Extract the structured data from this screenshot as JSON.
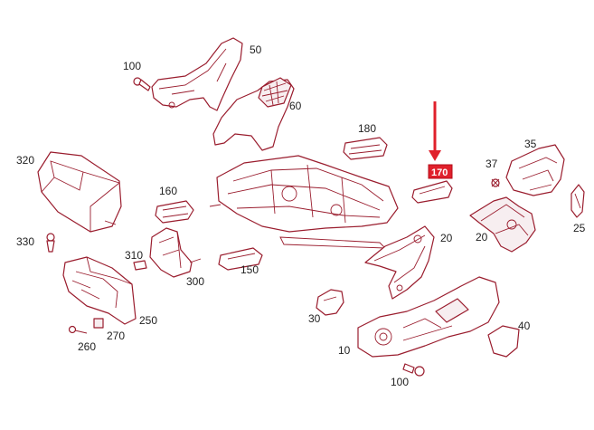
{
  "diagram": {
    "highlight_color": "#e0202b",
    "line_color": "#9a1d2e",
    "callouts": [
      {
        "id": "c50",
        "label": "50"
      },
      {
        "id": "c100a",
        "label": "100"
      },
      {
        "id": "c60",
        "label": "60"
      },
      {
        "id": "c180",
        "label": "180"
      },
      {
        "id": "c170",
        "label": "170"
      },
      {
        "id": "c320",
        "label": "320"
      },
      {
        "id": "c160",
        "label": "160"
      },
      {
        "id": "c35",
        "label": "35"
      },
      {
        "id": "c37",
        "label": "37"
      },
      {
        "id": "c25",
        "label": "25"
      },
      {
        "id": "c20a",
        "label": "20"
      },
      {
        "id": "c20b",
        "label": "20"
      },
      {
        "id": "c330",
        "label": "330"
      },
      {
        "id": "c310",
        "label": "310"
      },
      {
        "id": "c300",
        "label": "300"
      },
      {
        "id": "c150",
        "label": "150"
      },
      {
        "id": "c250",
        "label": "250"
      },
      {
        "id": "c30",
        "label": "30"
      },
      {
        "id": "c40",
        "label": "40"
      },
      {
        "id": "c10",
        "label": "10"
      },
      {
        "id": "c260",
        "label": "260"
      },
      {
        "id": "c270",
        "label": "270"
      },
      {
        "id": "c100b",
        "label": "100"
      }
    ],
    "highlighted_part": "170"
  }
}
